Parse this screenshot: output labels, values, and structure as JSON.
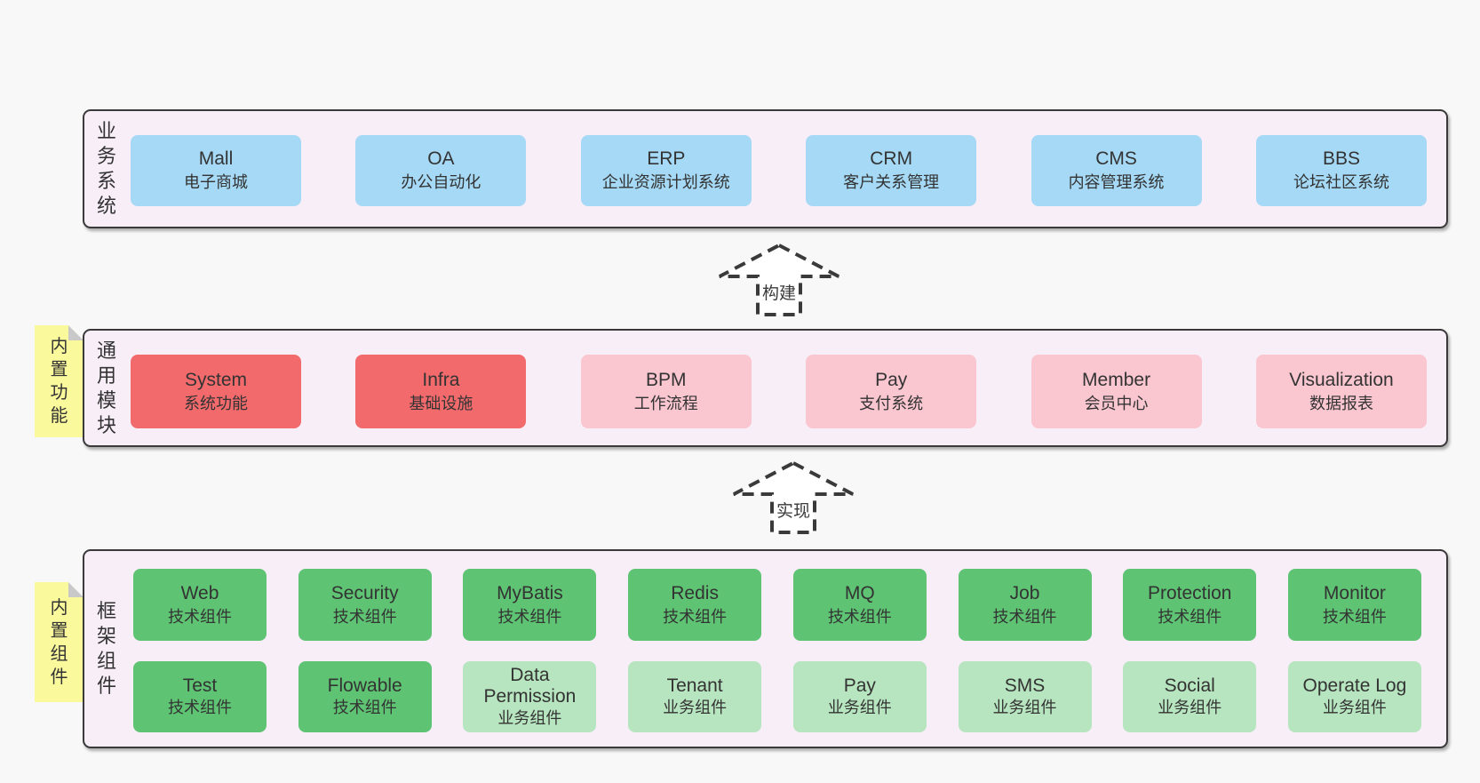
{
  "colors": {
    "page_bg": "#f8f8f8",
    "panel_bg": "#f8eef8",
    "panel_border": "#3a3a3a",
    "box_blue": "#a5d9f5",
    "box_red": "#f26a6c",
    "box_pink": "#fac6d0",
    "box_green": "#5ec473",
    "box_light_green": "#b7e5bf",
    "tag_yellow": "#fafa9d",
    "tag_fold_gray": "#c9c9c9",
    "text": "#333333"
  },
  "layers": {
    "business": {
      "label": "业务系统",
      "boxes": [
        {
          "title": "Mall",
          "subtitle": "电子商城"
        },
        {
          "title": "OA",
          "subtitle": "办公自动化"
        },
        {
          "title": "ERP",
          "subtitle": "企业资源计划系统"
        },
        {
          "title": "CRM",
          "subtitle": "客户关系管理"
        },
        {
          "title": "CMS",
          "subtitle": "内容管理系统"
        },
        {
          "title": "BBS",
          "subtitle": "论坛社区系统"
        }
      ]
    },
    "modules": {
      "label": "通用模块",
      "tag": "内置功能",
      "boxes": [
        {
          "title": "System",
          "subtitle": "系统功能"
        },
        {
          "title": "Infra",
          "subtitle": "基础设施"
        },
        {
          "title": "BPM",
          "subtitle": "工作流程"
        },
        {
          "title": "Pay",
          "subtitle": "支付系统"
        },
        {
          "title": "Member",
          "subtitle": "会员中心"
        },
        {
          "title": "Visualization",
          "subtitle": "数据报表"
        }
      ]
    },
    "components": {
      "label": "框架组件",
      "tag": "内置组件",
      "row1": [
        {
          "title": "Web",
          "subtitle": "技术组件"
        },
        {
          "title": "Security",
          "subtitle": "技术组件"
        },
        {
          "title": "MyBatis",
          "subtitle": "技术组件"
        },
        {
          "title": "Redis",
          "subtitle": "技术组件"
        },
        {
          "title": "MQ",
          "subtitle": "技术组件"
        },
        {
          "title": "Job",
          "subtitle": "技术组件"
        },
        {
          "title": "Protection",
          "subtitle": "技术组件"
        },
        {
          "title": "Monitor",
          "subtitle": "技术组件"
        }
      ],
      "row2": [
        {
          "title": "Test",
          "subtitle": "技术组件"
        },
        {
          "title": "Flowable",
          "subtitle": "技术组件"
        },
        {
          "title": "Data Permission",
          "subtitle": "业务组件"
        },
        {
          "title": "Tenant",
          "subtitle": "业务组件"
        },
        {
          "title": "Pay",
          "subtitle": "业务组件"
        },
        {
          "title": "SMS",
          "subtitle": "业务组件"
        },
        {
          "title": "Social",
          "subtitle": "业务组件"
        },
        {
          "title": "Operate Log",
          "subtitle": "业务组件"
        }
      ]
    }
  },
  "arrows": [
    {
      "label": "构建"
    },
    {
      "label": "实现"
    }
  ]
}
